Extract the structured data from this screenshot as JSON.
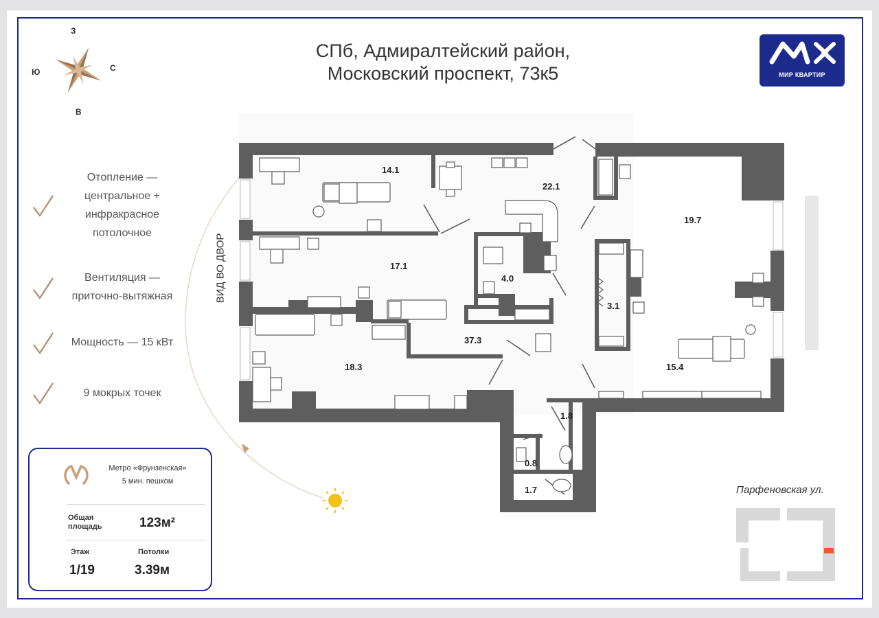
{
  "title": {
    "line1": "СПб, Адмиралтейский район,",
    "line2": "Московский проспект, 73к5"
  },
  "logo": {
    "text": "МИР КВАРТИР",
    "bg_color": "#1c2b8c"
  },
  "compass": {
    "north": "З",
    "south": "В",
    "west": "Ю",
    "east": "С"
  },
  "features": [
    {
      "lines": [
        "Отопление —",
        "центральное +",
        "инфракрасное",
        "потолочное"
      ]
    },
    {
      "lines": [
        "Вентиляция —",
        "приточно-вытяжная"
      ]
    },
    {
      "lines": [
        "Мощность — 15 кВт"
      ]
    },
    {
      "lines": [
        "9 мокрых точек"
      ]
    }
  ],
  "plan": {
    "view_label": "ВИД ВО ДВОР",
    "rooms": [
      "14.1",
      "22.1",
      "19.7",
      "17.1",
      "4.0",
      "3.1",
      "37.3",
      "18.3",
      "15.4",
      "1.8",
      "0.8",
      "1.7"
    ],
    "wall_color": "#5e5e5e"
  },
  "location": {
    "street": "Парфеновская ул.",
    "highlight_color": "#f05a28"
  },
  "info": {
    "metro_name": "Метро «Фрунзенская»",
    "metro_time": "5 мин. пешком",
    "area_label_1": "Общая",
    "area_label_2": "площадь",
    "area_value": "123м²",
    "floor_label": "Этаж",
    "floor_value": "1/19",
    "ceiling_label": "Потолки",
    "ceiling_value": "3.39м"
  },
  "colors": {
    "accent": "#1c2b8c",
    "gold": "#c9a07a",
    "sun": "#f2c21b"
  }
}
